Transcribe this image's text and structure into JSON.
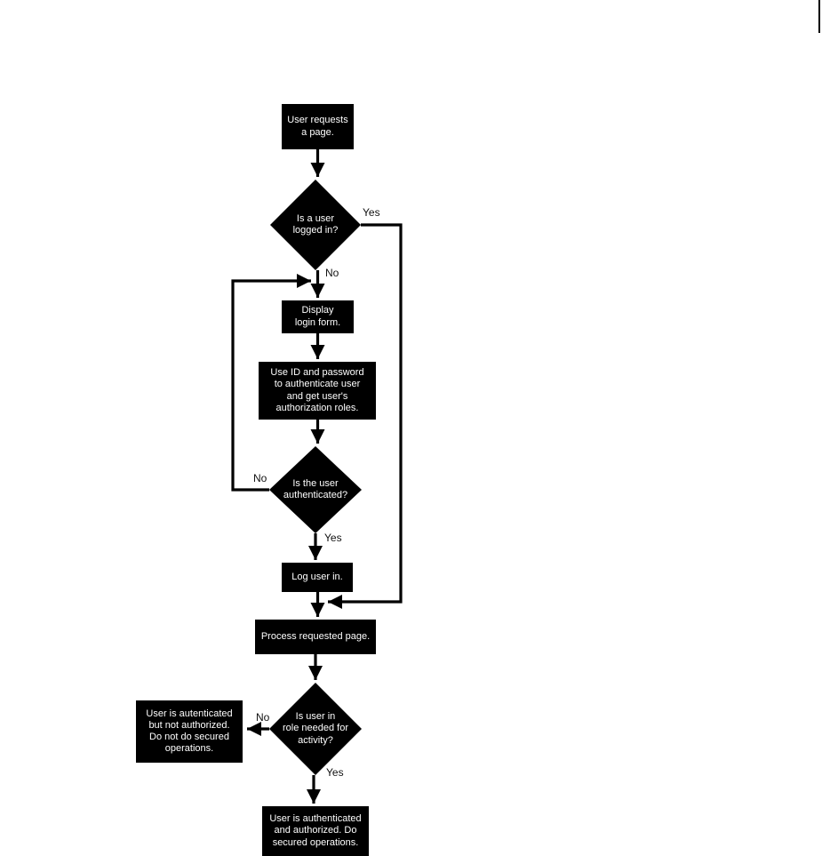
{
  "page": {
    "background_color": "#ffffff",
    "node_fill_color": "#000000",
    "node_text_color": "#ffffff",
    "line_color": "#000000"
  },
  "flowchart": {
    "nodes": {
      "user_requests_page": {
        "label": "User requests\na page."
      },
      "is_user_logged_in": {
        "label": "Is a user\nlogged in?"
      },
      "display_login_form": {
        "label": "Display\nlogin form."
      },
      "authenticate_user": {
        "label": "Use ID and password\nto authenticate user\nand get user's\nauthorization roles."
      },
      "is_user_authenticated": {
        "label": "Is the user\nauthenticated?"
      },
      "log_user_in": {
        "label": "Log user in."
      },
      "process_requested_page": {
        "label": "Process requested page."
      },
      "is_user_in_role": {
        "label": "Is user in\nrole needed for\nactivity?"
      },
      "not_authorized": {
        "label": "User is autenticated\nbut not authorized.\nDo not do secured\noperations."
      },
      "authorized": {
        "label": "User is authenticated\nand authorized. Do\nsecured operations."
      }
    },
    "edge_labels": {
      "logged_in_yes": "Yes",
      "logged_in_no": "No",
      "authenticated_no": "No",
      "authenticated_yes": "Yes",
      "in_role_no": "No",
      "in_role_yes": "Yes"
    }
  }
}
